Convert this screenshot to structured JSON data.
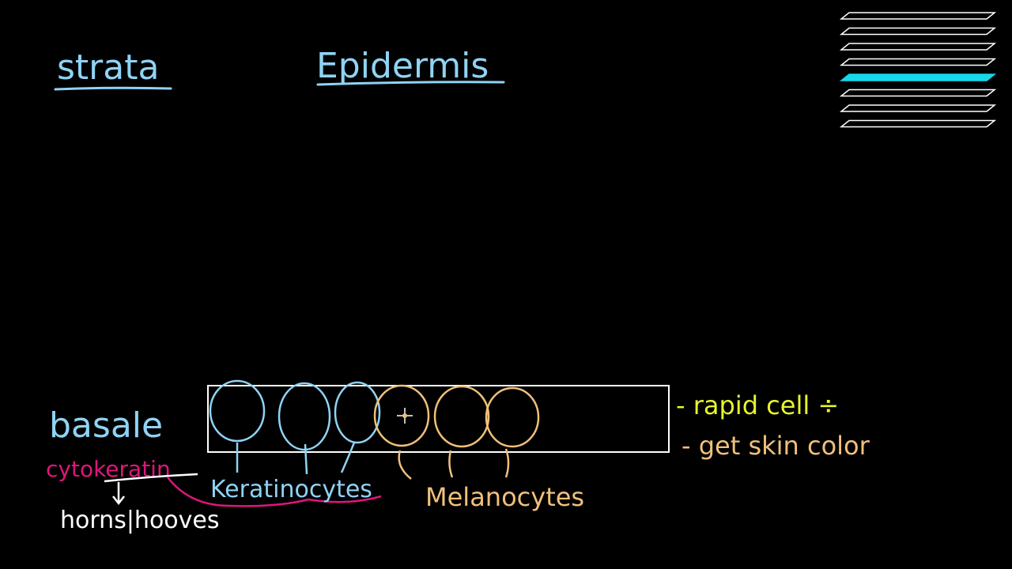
{
  "headings": {
    "left": "strata",
    "center": "Epidermis"
  },
  "layer_label": "basale",
  "protein": {
    "name": "cytokeratin",
    "result": "horns|hooves"
  },
  "cells": {
    "keratinocytes_label": "Keratinocytes",
    "melanocytes_label": "Melanocytes",
    "keratinocyte_count": 3,
    "melanocyte_count": 3
  },
  "notes": [
    "- rapid cell ÷",
    "- get skin color"
  ],
  "layers_icon": {
    "count": 8,
    "highlighted_index": 4
  },
  "colors": {
    "background": "#000000",
    "blue": "#8fd3f4",
    "pink": "#e0157c",
    "yellow": "#e6f52c",
    "tan": "#f0c07a",
    "white": "#ffffff",
    "highlight": "#16d8ea"
  }
}
